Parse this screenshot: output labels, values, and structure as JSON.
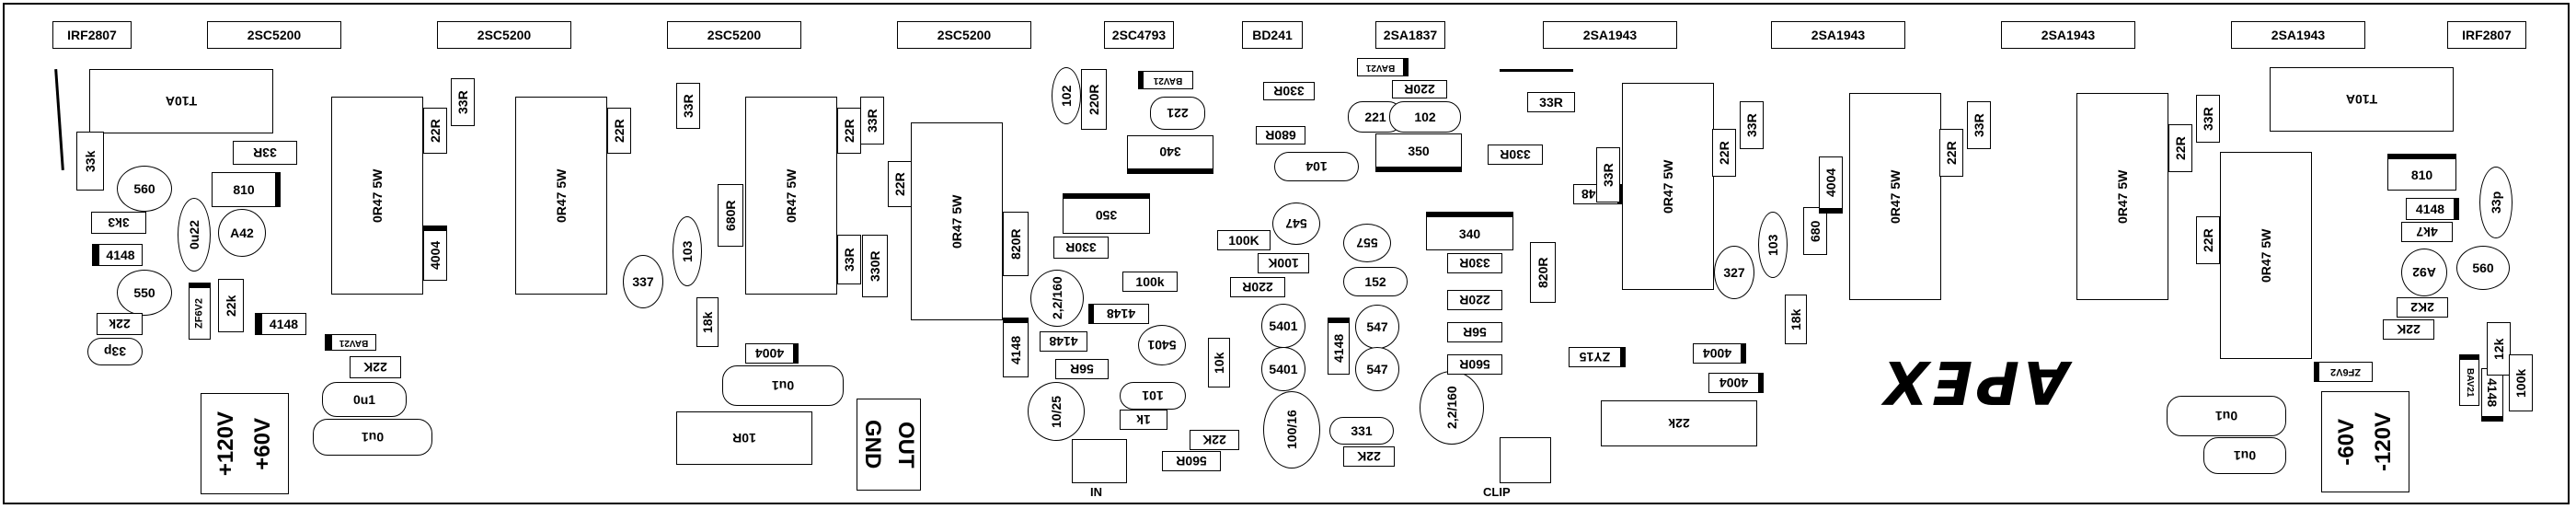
{
  "board": {
    "logo": "APEX",
    "top_transistors": [
      "IRF2807",
      "2SC5200",
      "2SC5200",
      "2SC5200",
      "2SC5200",
      "2SC4793",
      "BD241",
      "2SA1837",
      "2SA1943",
      "2SA1943",
      "2SA1943",
      "2SA1943",
      "IRF2807"
    ],
    "resistors_5w": [
      "0R47 5W",
      "0R47 5W",
      "0R47 5W",
      "0R47 5W",
      "0R47 5W",
      "0R47 5W",
      "0R47 5W",
      "0R47 5W"
    ],
    "power_pos": [
      "+120V",
      "+60V"
    ],
    "power_neg": [
      "-60V",
      "-120V"
    ],
    "gnd": "GND",
    "out": "OUT",
    "in_label": "IN",
    "clip_label": "CLIP",
    "parts": {
      "t10a": "T10A",
      "r33k": "33k",
      "c560": "560",
      "r33r": "33R",
      "r810": "810",
      "r3k3": "3k3",
      "c0u22": "0u22",
      "qa42": "A42",
      "d4148": "4148",
      "c550": "550",
      "r22k": "22k",
      "zf6v2": "ZF6V2",
      "c33p": "33p",
      "bav21": "BAV21",
      "r22k_b": "22K",
      "c0u1": "0u1",
      "r22r": "22R",
      "r33r_b": "33R",
      "d4004": "4004",
      "r680r": "680R",
      "c103": "103",
      "c337": "337",
      "r18k": "18k",
      "r330r": "330R",
      "r820r": "820R",
      "r10r": "10R",
      "c102": "102",
      "r220r": "220R",
      "c221": "221",
      "r340": "340",
      "r350": "350",
      "r100k": "100k",
      "c2_2_160": "2,2/160",
      "r56r": "56R",
      "c5401": "5401",
      "r10k": "10k",
      "c10_25": "10/25",
      "c101": "101",
      "r1k": "1k",
      "r560r": "560R",
      "r22k_c": "22K",
      "c104": "104",
      "c547": "547",
      "c557": "557",
      "r100k_b": "100K",
      "r220r_b": "220R",
      "c152": "152",
      "c100_16": "100/16",
      "c331": "331",
      "r330r_b": "330R",
      "r220r_c": "220R",
      "r560r_b": "560R",
      "zy15": "ZY15",
      "r22k_d": "22k",
      "r680": "680",
      "c327": "327",
      "r4k7": "4k7",
      "qa92": "A92",
      "r2k2": "2K2",
      "r12k": "12k",
      "r100k_c": "100k"
    }
  }
}
